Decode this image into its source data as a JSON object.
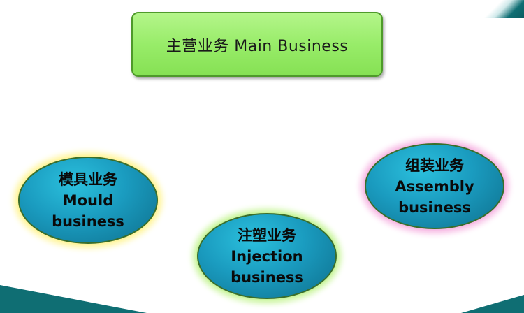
{
  "title": "主营业务 Main Business",
  "nodes": {
    "mould": {
      "zh": "模具业务",
      "en1": "Mould",
      "en2": "business"
    },
    "injection": {
      "zh": "注塑业务",
      "en1": "Injection",
      "en2": "business"
    },
    "assembly": {
      "zh": "组装业务",
      "en1": "Assembly",
      "en2": "business"
    }
  },
  "colors": {
    "title_fill": "#98ec69",
    "node_fill": "#1a9bbf",
    "mould_glow": "#fff59a",
    "injection_glow": "#c9f59b",
    "assembly_glow": "#f7b9e4",
    "accent": "#0f6e73"
  }
}
